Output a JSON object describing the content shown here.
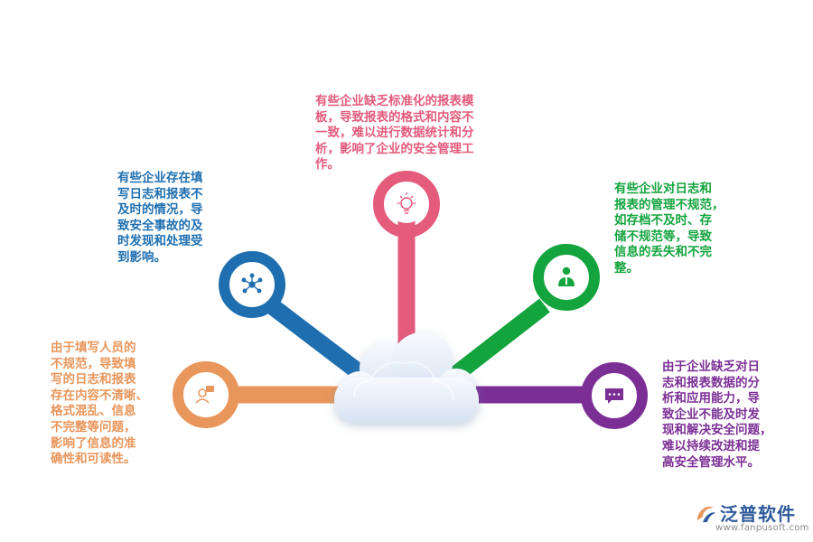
{
  "colors": {
    "blue": "#1f6fb0",
    "pink": "#e45b7c",
    "green": "#14a43e",
    "orange": "#e8965b",
    "purple": "#7b2f95",
    "cloud": "#e6eef8",
    "logo": "#2e5a9b"
  },
  "diagram": {
    "center": {
      "icon": "cloud-icon"
    },
    "branches": [
      {
        "id": "top",
        "color": "pink",
        "icon": "lightbulb-icon",
        "text": "有些企业缺乏标准化的报表模\n板，导致报表的格式和内容不\n一致，难以进行数据统计和分\n析，影响了企业的安全管理工\n作。"
      },
      {
        "id": "upleft",
        "color": "blue",
        "icon": "network-icon",
        "text": "有些企业存在填\n写日志和报表不\n及时的情况，导\n致安全事故的及\n时发现和处理受\n到影响。"
      },
      {
        "id": "left",
        "color": "orange",
        "icon": "user-chat-icon",
        "text": "由于填写人员的\n不规范，导致填\n写的日志和报表\n存在内容不清晰、\n格式混乱、信息\n不完整等问题，\n影响了信息的准\n确性和可读性。"
      },
      {
        "id": "upright",
        "color": "green",
        "icon": "person-icon",
        "text": "有些企业对日志和\n报表的管理不规范，\n如存档不及时、存\n储不规范等，导致\n信息的丢失和不完\n整。"
      },
      {
        "id": "right",
        "color": "purple",
        "icon": "chat-bubble-icon",
        "text": "由于企业缺乏对日\n志和报表数据的分\n析和应用能力，导\n致企业不能及时发\n现和解决安全问题，\n难以持续改进和提\n高安全管理水平。"
      }
    ]
  },
  "logo": {
    "name": "泛普软件",
    "url": "www.fanpusoft.com",
    "icon": "fanpu-logo-icon"
  }
}
